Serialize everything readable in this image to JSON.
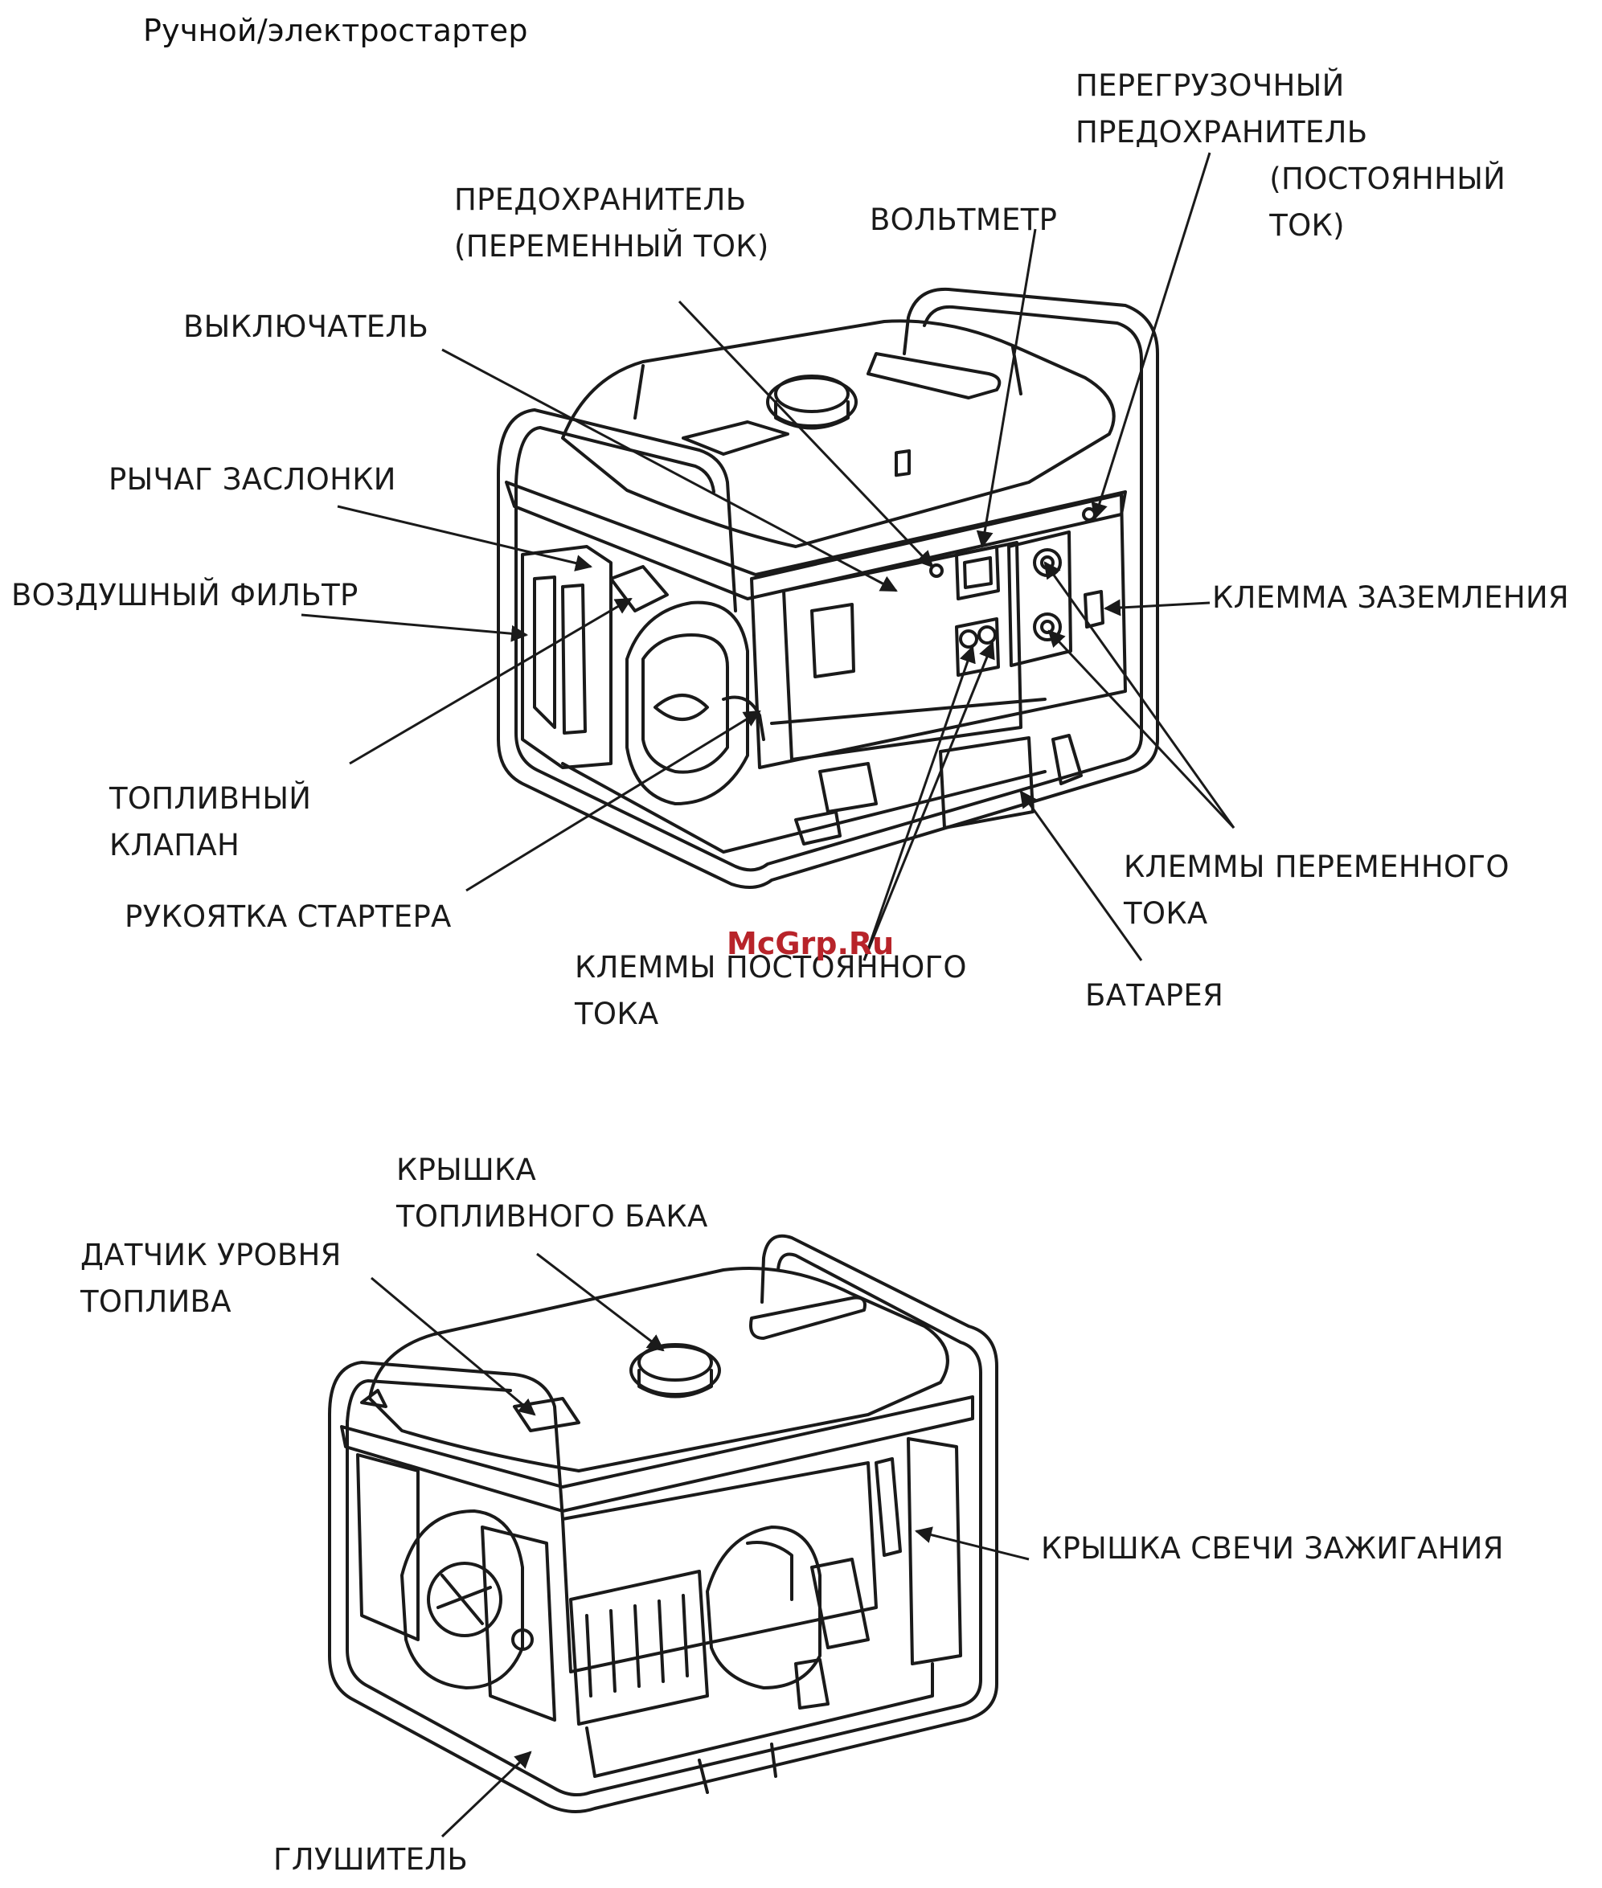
{
  "caption": "Ручной/электростартер",
  "watermark": "McGrp.Ru",
  "top_diagram": {
    "labels": {
      "overload_fuse": "ПЕРЕГРУЗОЧНЫЙ\nПРЕДОХРАНИТЕЛЬ\n                    (ПОСТОЯННЫЙ\n                    ТОК)",
      "ac_fuse": "ПРЕДОХРАНИТЕЛЬ\n(ПЕРЕМЕННЫЙ ТОК)",
      "voltmeter": "ВОЛЬТМЕТР",
      "switch": "ВЫКЛЮЧАТЕЛЬ",
      "choke_lever": "РЫЧАГ ЗАСЛОНКИ",
      "air_filter": "ВОЗДУШНЫЙ ФИЛЬТР",
      "ground_terminal": "КЛЕММА ЗАЗЕМЛЕНИЯ",
      "fuel_valve": "ТОПЛИВНЫЙ\nКЛАПАН",
      "starter_handle": "РУКОЯТКА СТАРТЕРА",
      "ac_terminals": "КЛЕММЫ ПЕРЕМЕННОГО\nТОКА",
      "dc_terminals": "КЛЕММЫ ПОСТОЯННОГО\nТОКА",
      "battery": "БАТАРЕЯ"
    }
  },
  "bottom_diagram": {
    "labels": {
      "fuel_cap": "КРЫШКА\nТОПЛИВНОГО БАКА",
      "fuel_gauge": "ДАТЧИК УРОВНЯ\nТОПЛИВА",
      "spark_plug_cap": "КРЫШКА СВЕЧИ ЗАЖИГАНИЯ",
      "muffler": "ГЛУШИТЕЛЬ"
    }
  }
}
